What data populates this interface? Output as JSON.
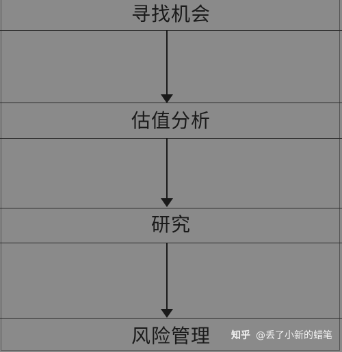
{
  "stages": [
    {
      "label": "寻找机会"
    },
    {
      "label": "估值分析"
    },
    {
      "label": "研究"
    },
    {
      "label": "风险管理"
    }
  ],
  "watermark": {
    "brand": "知乎",
    "author": "@丢了小新的蜡笔"
  },
  "colors": {
    "background": "#8a8a8a",
    "lines": "#1a1a1a",
    "watermark": "#f2f2f2"
  }
}
